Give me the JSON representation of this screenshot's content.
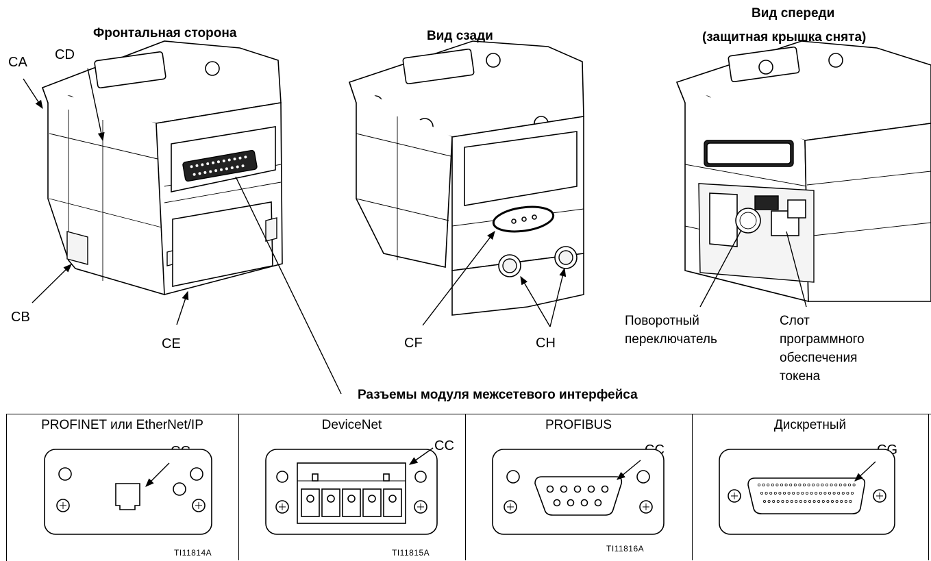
{
  "views": {
    "front_title": "Фронтальная сторона",
    "rear_title": "Вид сзади",
    "front_open_title_1": "Вид спереди",
    "front_open_title_2": "(защитная крышка снята)"
  },
  "callouts": {
    "ca": "CA",
    "cb": "CB",
    "cd": "CD",
    "ce": "CE",
    "cf": "CF",
    "ch": "CH",
    "rotary_1": "Поворотный",
    "rotary_2": "переключатель",
    "slot_1": "Слот",
    "slot_2": "программного",
    "slot_3": "обеспечения",
    "slot_4": "токена"
  },
  "connectors": {
    "heading": "Разъемы модуля межсетевого интерфейса",
    "panels": [
      {
        "title": "PROFINET или EtherNet/IP",
        "callout": "CC",
        "fig_id": "TI11814A"
      },
      {
        "title": "DeviceNet",
        "callout": "CC",
        "fig_id": "TI11815A"
      },
      {
        "title": "PROFIBUS",
        "callout": "CC",
        "fig_id": "TI11816A"
      },
      {
        "title": "Дискретный",
        "callout": "CG",
        "fig_id": ""
      }
    ]
  }
}
